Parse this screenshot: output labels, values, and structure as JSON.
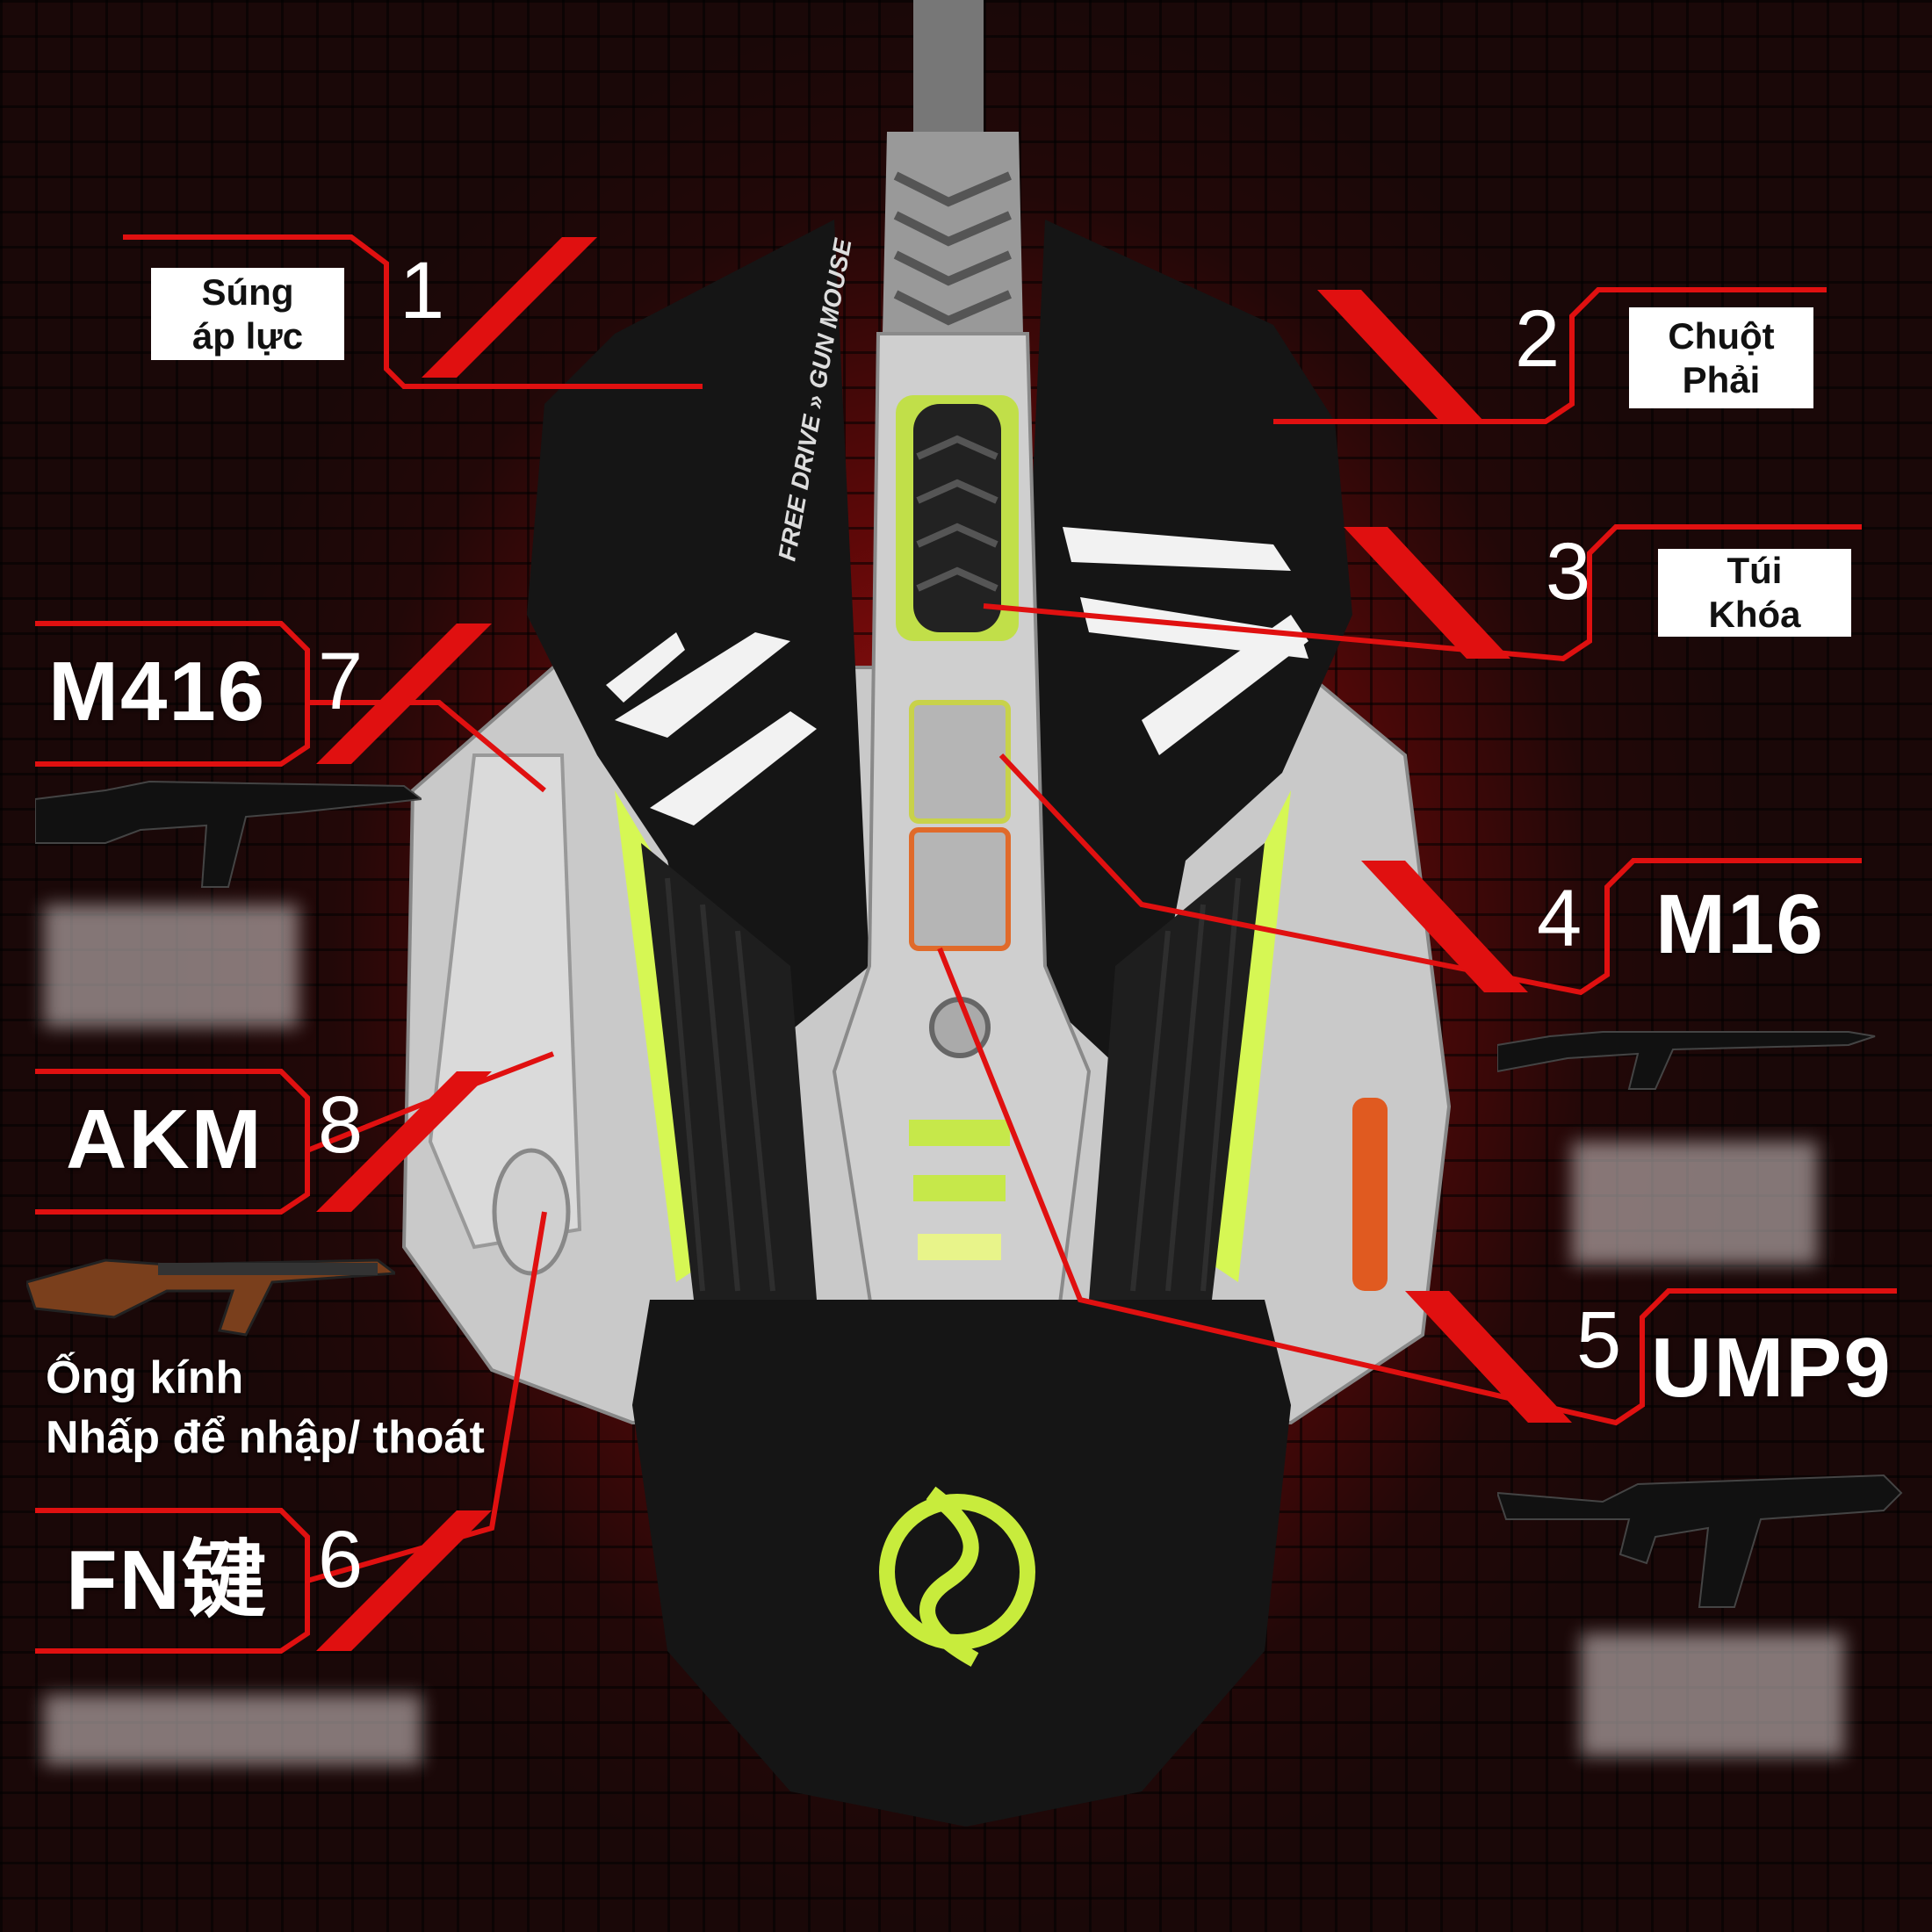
{
  "mouse": {
    "side_text": "FREE DRIVE » GUN MOUSE"
  },
  "callouts": {
    "c1": {
      "number": "1",
      "label_line1": "Súng",
      "label_line2": "áp lực"
    },
    "c2": {
      "number": "2",
      "label_line1": "Chuột",
      "label_line2": "Phải"
    },
    "c3": {
      "number": "3",
      "label_line1": "Túi",
      "label_line2": "Khóa"
    },
    "c4": {
      "number": "4",
      "gun": "M16"
    },
    "c5": {
      "number": "5",
      "gun": "UMP9"
    },
    "c6": {
      "number": "6",
      "gun": "FN键"
    },
    "c7": {
      "number": "7",
      "gun": "M416"
    },
    "c8": {
      "number": "8",
      "gun": "AKM"
    }
  },
  "scope": {
    "line1": "Ống kính",
    "line2": "Nhấp để nhập/ thoát"
  },
  "colors": {
    "accent_red": "#e01010",
    "mouse_black": "#141414",
    "mouse_silver": "#c8c8c8",
    "glow_yellow": "#d8ff40"
  }
}
